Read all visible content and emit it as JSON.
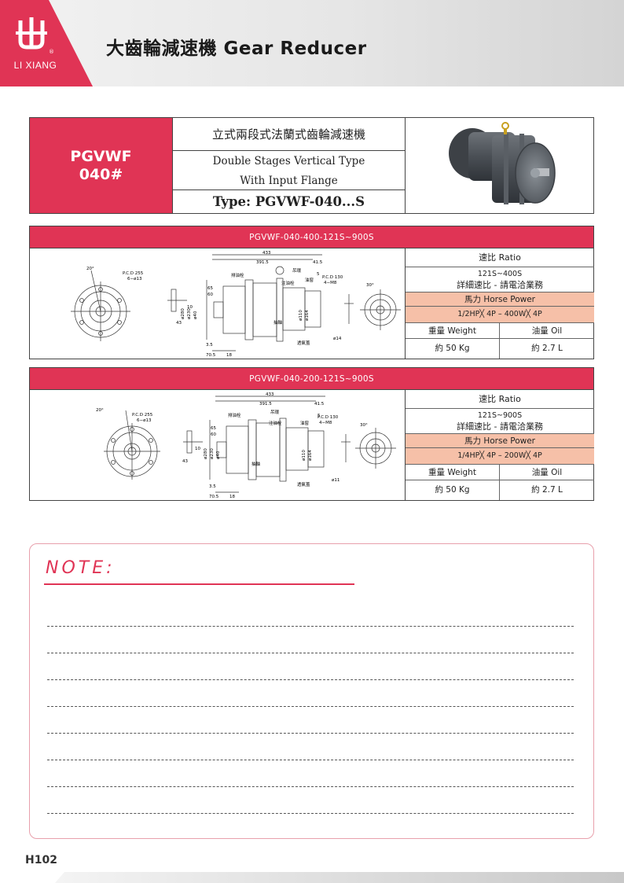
{
  "header": {
    "brand": "LI XIANG",
    "reg_mark": "®",
    "title": "大齒輪減速機 Gear Reducer"
  },
  "title_block": {
    "model_line1": "PGVWF",
    "model_line2": "040#",
    "name_zh": "立式兩段式法蘭式齒輪減速機",
    "name_en_line1": "Double Stages Vertical Type",
    "name_en_line2": "With Input Flange",
    "type": "Type: PGVWF-040...S"
  },
  "specs": [
    {
      "header": "PGVWF-040-400-121S~900S",
      "ratio_label": "速比 Ratio",
      "ratio_value": "121S~400S",
      "ratio_note": "詳細速比 - 請電洽業務",
      "hp_label": "馬力 Horse Power",
      "hp_value": "1/2HP╳ 4P – 400W╳ 4P",
      "weight_label": "重量 Weight",
      "oil_label": "油量 Oil",
      "weight_value": "約 50 Kg",
      "oil_value": "約 2.7 L",
      "drawing": {
        "d433": "433",
        "d391": "391.5",
        "d41": "41.5",
        "pcd_left": "P.C.D 255",
        "holes_left": "6−ø13",
        "angle_left": "20°",
        "pcd_right": "P.C.D 130",
        "holes_right": "4−M8",
        "angle_right": "30°",
        "d65": "65",
        "d60": "60",
        "d35": "3.5",
        "d705": "70.5",
        "d18": "18",
        "d43": "43",
        "d10": "10",
        "d5": "5",
        "d14": "ø14",
        "d280": "ø280",
        "d230": "ø230",
        "d40": "ø40",
        "d110": "ø110",
        "d164": "ø164",
        "t_fill": "排油栓",
        "t_vent": "吊環",
        "t_drain": "注油栓",
        "t_oil": "油窗",
        "t_shaft": "抽軸",
        "t_gauge": "透氣蓋"
      }
    },
    {
      "header": "PGVWF-040-200-121S~900S",
      "ratio_label": "速比 Ratio",
      "ratio_value": "121S~900S",
      "ratio_note": "詳細速比 - 請電洽業務",
      "hp_label": "馬力 Horse Power",
      "hp_value": "1/4HP╳ 4P – 200W╳ 4P",
      "weight_label": "重量 Weight",
      "oil_label": "油量 Oil",
      "weight_value": "約 50 Kg",
      "oil_value": "約 2.7 L",
      "drawing": {
        "d433": "433",
        "d391": "391.5",
        "d41": "41.5",
        "pcd_left": "P.C.D 255",
        "holes_left": "6−ø13",
        "angle_left": "20°",
        "pcd_right": "P.C.D 130",
        "holes_right": "4−M8",
        "angle_right": "30°",
        "d65": "65",
        "d60": "60",
        "d35": "3.5",
        "d705": "70.5",
        "d18": "18",
        "d43": "43",
        "d10": "10",
        "d5": "5",
        "d14": "ø11",
        "d280": "ø280",
        "d230": "ø230",
        "d40": "ø40",
        "d110": "ø110",
        "d164": "ø164",
        "t_fill": "排油栓",
        "t_vent": "吊環",
        "t_drain": "注油栓",
        "t_oil": "油窗",
        "t_shaft": "抽軸",
        "t_gauge": "透氣蓋"
      }
    }
  ],
  "note": {
    "title": "NOTE:"
  },
  "footer": {
    "page": "H102"
  },
  "colors": {
    "accent": "#e03455",
    "hp_fill": "#f6c0a8",
    "header_bg": "#e6e6e6"
  }
}
